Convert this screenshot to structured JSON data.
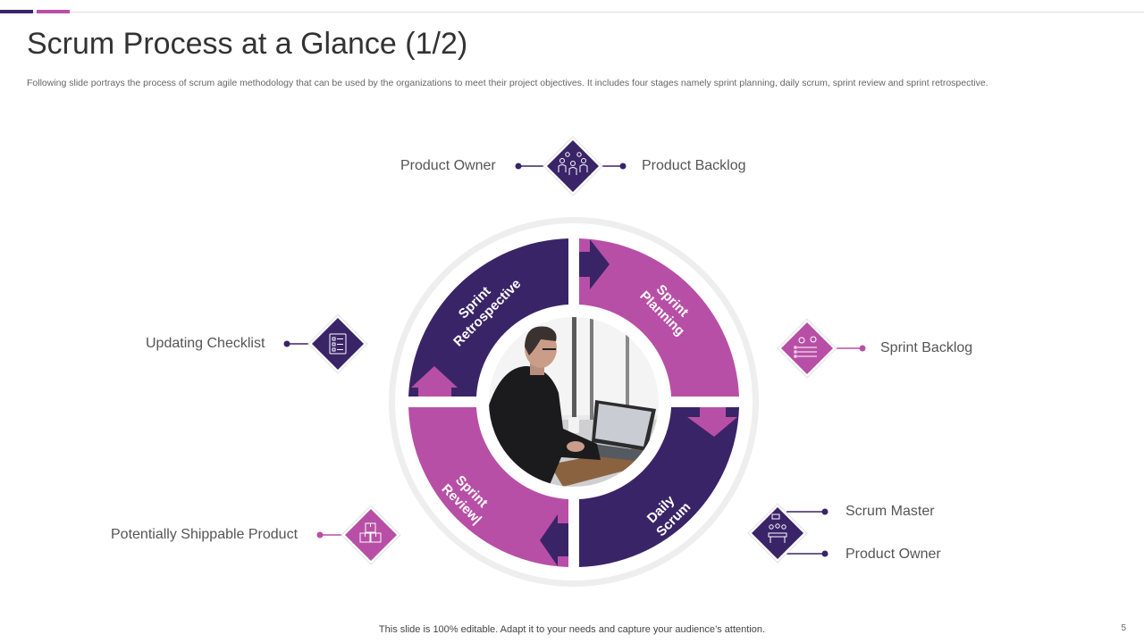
{
  "slide": {
    "title": "Scrum Process at a Glance (1/2)",
    "subtitle": "Following slide portrays the process of scrum agile methodology that can be used by the organizations to meet their project objectives. It includes four stages namely sprint planning, daily scrum, sprint review and sprint retrospective.",
    "footer": "This slide is 100% editable. Adapt it to your needs and capture your audience’s attention.",
    "page_number": "5"
  },
  "colors": {
    "purple": "#3a2468",
    "pink": "#b84fa6",
    "ring": "#eeeeee"
  },
  "cycle": {
    "stages": [
      {
        "line1": "Sprint",
        "line2": "Planning"
      },
      {
        "line1": "Daily",
        "line2": "Scrum"
      },
      {
        "line1": "Sprint",
        "line2": "Review|"
      },
      {
        "line1": "Sprint",
        "line2": "Retrospective"
      }
    ],
    "center_image": "person-working-on-laptop"
  },
  "callouts": {
    "product_owner_top": "Product Owner",
    "product_backlog": "Product Backlog",
    "updating_checklist": "Updating Checklist",
    "sprint_backlog": "Sprint Backlog",
    "potentially_shippable": "Potentially  Shippable Product",
    "scrum_master": "Scrum Master",
    "product_owner_bottom": "Product Owner"
  },
  "icons": {
    "top": "team-ideas-icon",
    "left": "checklist-icon",
    "right": "sprint-backlog-icon",
    "bottom_left": "boxes-icon",
    "bottom_right": "meeting-icon"
  }
}
